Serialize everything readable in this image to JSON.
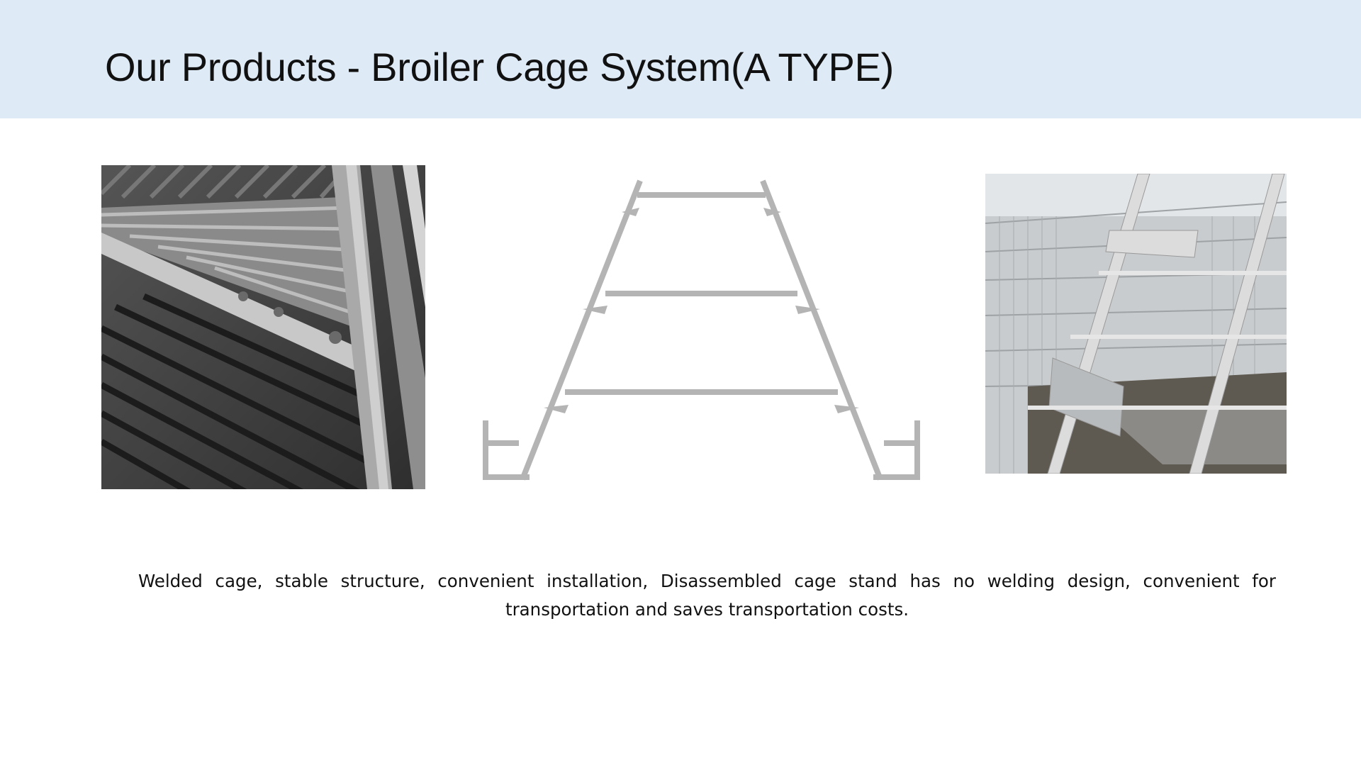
{
  "header": {
    "title": "Our Products - Broiler Cage System(A TYPE)"
  },
  "images": [
    {
      "name": "welded-cage-photo",
      "icon": "cage-closeup-photo"
    },
    {
      "name": "cage-frame-diagram",
      "icon": "a-type-frame-diagram"
    },
    {
      "name": "cage-installation-photo",
      "icon": "poultry-house-photo"
    }
  ],
  "caption": "Welded cage, stable structure, convenient installation,   Disassembled cage stand has no welding design, convenient for transportation and saves transportation costs.",
  "colors": {
    "header_bg": "#deeaf6",
    "frame_gray": "#b4b4b4"
  }
}
